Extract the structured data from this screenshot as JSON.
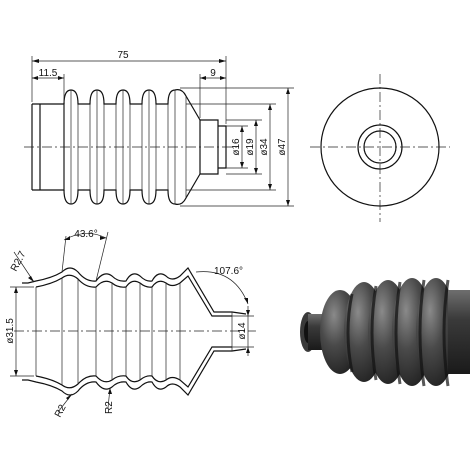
{
  "dimensions": {
    "overall_length": "75",
    "left_neck_length": "11.5",
    "right_neck_length": "9",
    "small_inner_dia": "ø16",
    "small_outer_dia": "ø19",
    "body_dia": "ø34",
    "max_dia": "ø47",
    "pitch_angle": "43.6°",
    "cone_angle": "107.6°",
    "radius_top": "R2.7",
    "radius_bottom_1": "R2",
    "radius_bottom_2": "R2",
    "left_bore_dia": "ø31.5",
    "right_bore_dia": "ø14"
  },
  "views": {
    "front": "side-elevation",
    "end": "end-view",
    "section": "section-view",
    "render": "3d-render"
  },
  "colors": {
    "line": "#111111",
    "rubber_dark": "#2b2b2b",
    "rubber_mid": "#4a4a4a",
    "rubber_light": "#8a8a8a"
  }
}
